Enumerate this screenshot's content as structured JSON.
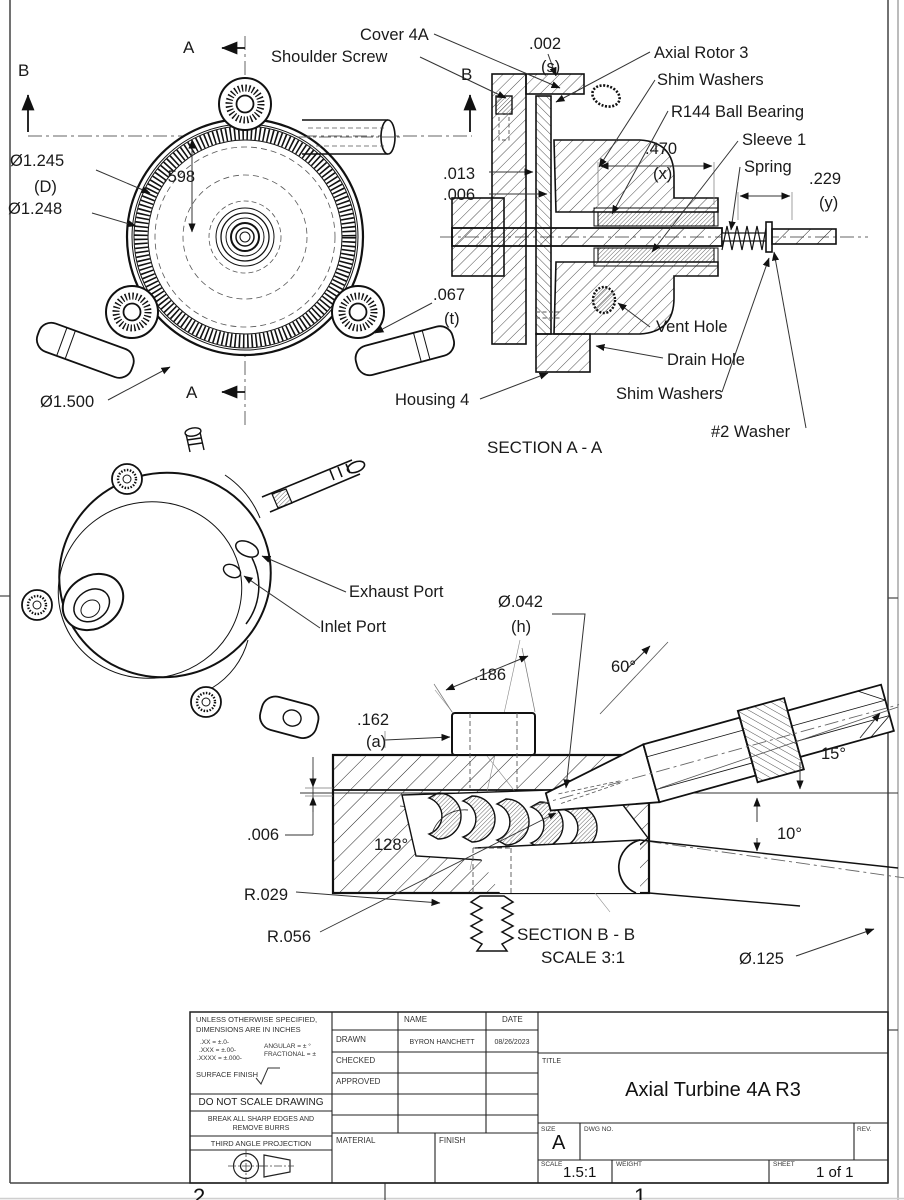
{
  "page": {
    "zone_numbers": {
      "z2": "2",
      "z1": "1"
    }
  },
  "front_view": {
    "marker_a": "A",
    "marker_b": "B",
    "dims": {
      "dia_d": "Ø1.245",
      "dia_d_ref": "(D)",
      "dia_outer": "Ø1.248",
      "offset_598": ".598",
      "dia_bolt": "Ø1.500",
      "lug_067": ".067",
      "lug_067_ref": "(t)"
    }
  },
  "section_a": {
    "caption": "SECTION A - A",
    "callouts": {
      "cover": "Cover 4A",
      "shoulder_screw": "Shoulder Screw",
      "axial_rotor": "Axial Rotor 3",
      "shim_washers_top": "Shim Washers",
      "ball_bearing": "R144 Ball Bearing",
      "sleeve": "Sleeve 1",
      "spring": "Spring",
      "vent_hole": "Vent Hole",
      "drain_hole": "Drain Hole",
      "housing": "Housing 4",
      "shim_washers_bottom": "Shim Washers",
      "washer2": "#2 Washer"
    },
    "dims": {
      "gap_002": ".002",
      "gap_002_ref": "(s)",
      "d013": ".013",
      "d006": ".006",
      "len_470": ".470",
      "len_470_ref": "(x)",
      "len_229": ".229",
      "len_229_ref": "(y)"
    }
  },
  "iso_view": {
    "exhaust": "Exhaust Port",
    "inlet": "Inlet Port"
  },
  "section_b": {
    "caption": "SECTION B - B",
    "scale_note": "SCALE 3:1",
    "dims": {
      "hole_042": "Ø.042",
      "hole_042_ref": "(h)",
      "w186": ".186",
      "ang60": "60°",
      "off162": ".162",
      "off162_ref": "(a)",
      "ang15": "15°",
      "gap006": ".006",
      "ang10": "10°",
      "ang128": "128°",
      "r029": "R.029",
      "r056": "R.056",
      "dia125": "Ø.125"
    }
  },
  "title_block": {
    "tolerance_note_1": "UNLESS OTHERWISE SPECIFIED,",
    "tolerance_note_2": "DIMENSIONS ARE IN INCHES",
    "tol_xx": ".XX = ±.0-",
    "tol_xxx": ".XXX = ±.00-",
    "tol_xxxx": ".XXXX = ±.000-",
    "tol_angular": "ANGULAR = ± °",
    "tol_fractional": "FRACTIONAL = ±",
    "surface_finish": "SURFACE FINISH",
    "do_not_scale": "DO NOT SCALE DRAWING",
    "deburr_1": "BREAK ALL SHARP EDGES AND",
    "deburr_2": "REMOVE BURRS",
    "projection": "THIRD ANGLE PROJECTION",
    "material_label": "MATERIAL",
    "finish_label": "FINISH",
    "name_label": "NAME",
    "date_label": "DATE",
    "drawn_label": "DRAWN",
    "checked_label": "CHECKED",
    "approved_label": "APPROVED",
    "drawn_name": "BYRON HANCHETT",
    "drawn_date": "08/26/2023",
    "title_label": "TITLE",
    "title": "Axial Turbine 4A R3",
    "size_label": "SIZE",
    "size": "A",
    "dwg_no_label": "DWG NO.",
    "rev_label": "REV.",
    "scale_label": "SCALE",
    "scale": "1.5:1",
    "weight_label": "WEIGHT",
    "sheet_label": "SHEET",
    "sheet": "1 of 1"
  }
}
